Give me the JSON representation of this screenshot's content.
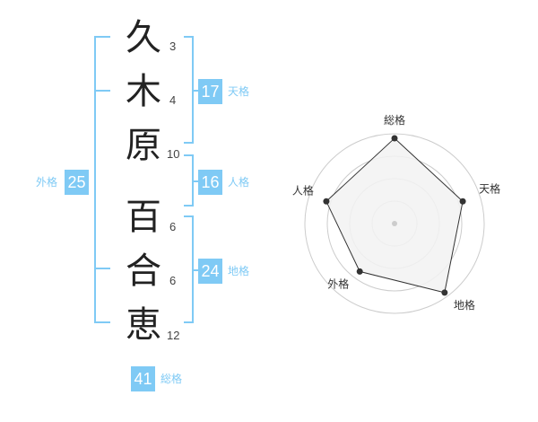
{
  "name": {
    "chars": [
      "久",
      "木",
      "原",
      "百",
      "合",
      "恵"
    ],
    "strokes": [
      "3",
      "4",
      "10",
      "6",
      "6",
      "12"
    ]
  },
  "kakusu": {
    "tenkaku": {
      "value": "17",
      "label": "天格"
    },
    "jinkaku": {
      "value": "16",
      "label": "人格"
    },
    "chikaku": {
      "value": "24",
      "label": "地格"
    },
    "gaikaku": {
      "value": "25",
      "label": "外格"
    },
    "soukaku": {
      "value": "41",
      "label": "総格"
    }
  },
  "chart_data": {
    "type": "radar",
    "axes": [
      "総格",
      "天格",
      "地格",
      "外格",
      "人格"
    ],
    "values": [
      0.95,
      0.8,
      0.95,
      0.66,
      0.8
    ],
    "rings": 4,
    "colors": {
      "fill": "#f2f2f2",
      "line": "#333333",
      "ring": "#cccccc"
    }
  }
}
